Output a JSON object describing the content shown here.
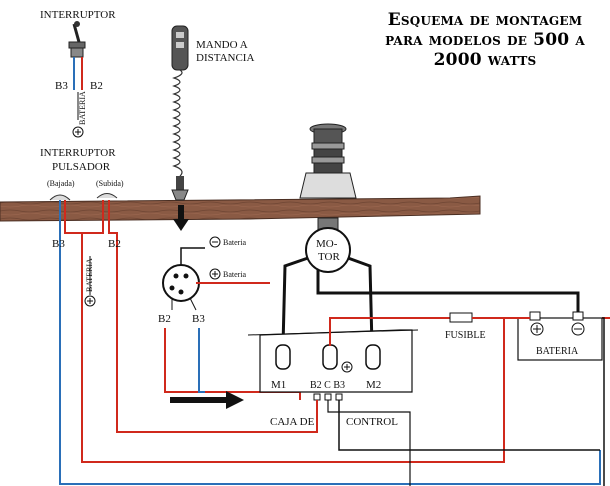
{
  "title": {
    "line1": "Esquema de montagem",
    "line2": "para modelos de 500 a",
    "line3": "2000 watts"
  },
  "labels": {
    "interruptor": "INTERRUPTOR",
    "interruptor_pulsador_1": "INTERRUPTOR",
    "interruptor_pulsador_2": "PULSADOR",
    "bajada": "(Bajada)",
    "subida": "(Subida)",
    "mando_1": "MANDO A",
    "mando_2": "DISTANCIA",
    "motor_1": "MO-",
    "motor_2": "TOR",
    "bateria_vertical": "BATERIA",
    "bateria_vertical_left": "BATERIA",
    "bateria_neg": "Bateria",
    "bateria_pos": "Bateria",
    "b3_top": "B3",
    "b2_top": "B2",
    "b3_left": "B3",
    "b2_left": "B2",
    "b2_plug": "B2",
    "b3_plug": "B3",
    "m1": "M1",
    "m2": "M2",
    "terminals": "B2 C B3",
    "fusible": "FUSIBLE",
    "bateria_box": "BATERIA",
    "caja_de": "CAJA DE",
    "control": "CONTROL"
  },
  "colors": {
    "red_wire": "#d0291c",
    "blue_wire": "#2a6fb8",
    "black_wire": "#111111",
    "deck": "#8a5a44"
  }
}
